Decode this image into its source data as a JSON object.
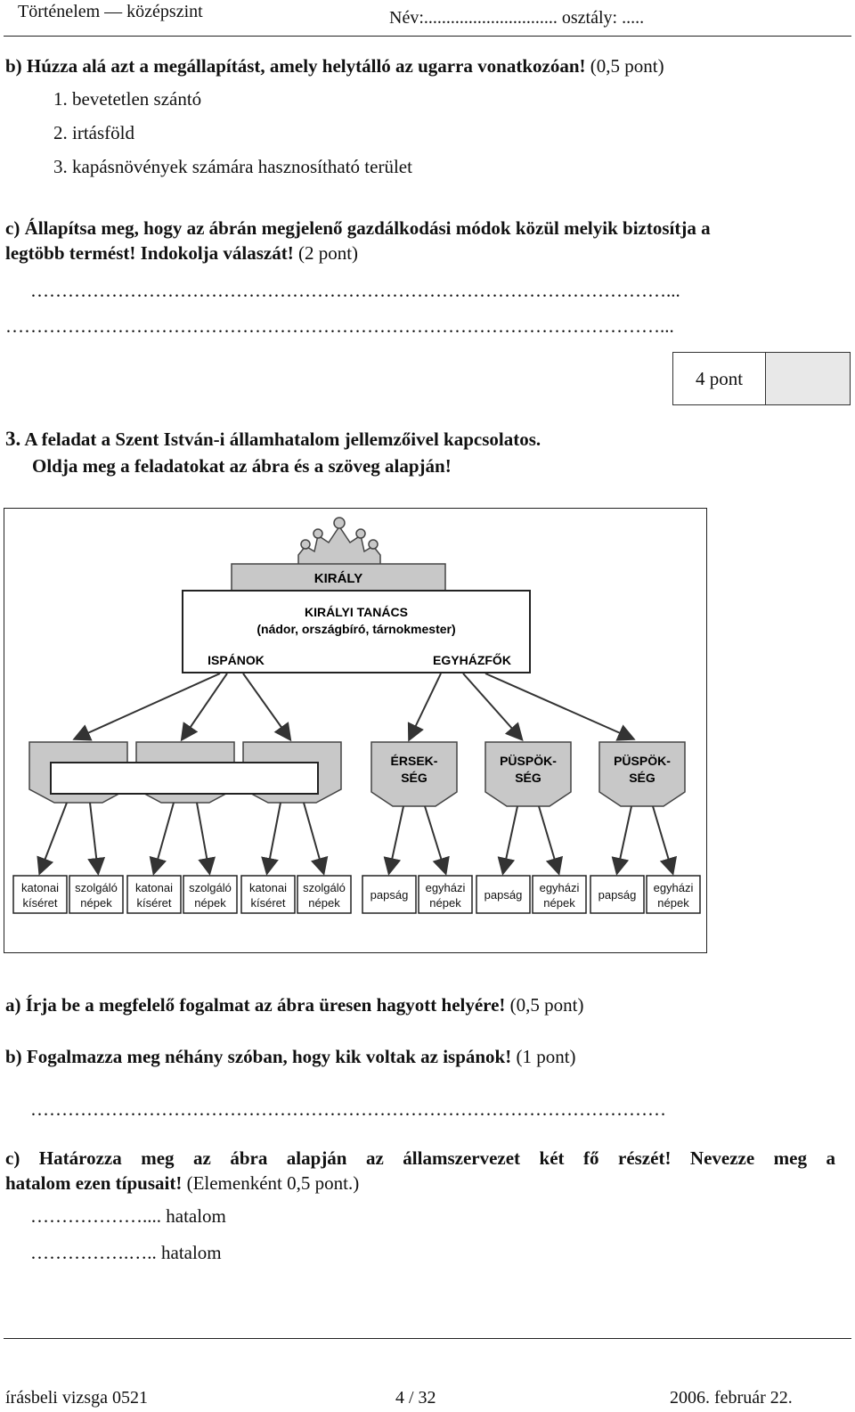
{
  "header": {
    "left": "Történelem — középszint",
    "name_label": "Név:",
    "class_label": "osztály:"
  },
  "q2b": {
    "title": "b) Húzza alá azt a megállapítást, amely helytálló az ugarra vonatkozóan!",
    "points": "(0,5 pont)",
    "options": [
      "1. bevetetlen szántó",
      "2. irtásföld",
      "3. kapásnövények számára hasznosítható terület"
    ]
  },
  "q2c": {
    "line1": "c) Állapítsa meg, hogy az ábrán megjelenő gazdálkodási módok közül melyik biztosítja a",
    "line2": "legtöbb termést! Indokolja válaszát!",
    "points": "(2 pont)"
  },
  "score": {
    "label": "4 pont"
  },
  "q3": {
    "number": "3.",
    "title1": "A feladat a Szent István-i államhatalom jellemzőivel kapcsolatos.",
    "title2": "Oldja meg a feladatokat az ábra és a szöveg alapján!"
  },
  "diagram": {
    "king": "KIRÁLY",
    "council": "KIRÁLYI TANÁCS",
    "council_members": "(nádor, országbíró, tárnokmester)",
    "ispanok": "ISPÁNOK",
    "egyhazfok": "EGYHÁZFŐK",
    "church_units": [
      {
        "l1": "ÉRSEK-",
        "l2": "SÉG"
      },
      {
        "l1": "PÜSPÖK-",
        "l2": "SÉG"
      },
      {
        "l1": "PÜSPÖK-",
        "l2": "SÉG"
      }
    ],
    "bottom": [
      {
        "l1": "katonai",
        "l2": "kíséret"
      },
      {
        "l1": "szolgáló",
        "l2": "népek"
      },
      {
        "l1": "katonai",
        "l2": "kíséret"
      },
      {
        "l1": "szolgáló",
        "l2": "népek"
      },
      {
        "l1": "katonai",
        "l2": "kíséret"
      },
      {
        "l1": "szolgáló",
        "l2": "népek"
      },
      {
        "l1": "papság",
        "l2": ""
      },
      {
        "l1": "egyházi",
        "l2": "népek"
      },
      {
        "l1": "papság",
        "l2": ""
      },
      {
        "l1": "egyházi",
        "l2": "népek"
      },
      {
        "l1": "papság",
        "l2": ""
      },
      {
        "l1": "egyházi",
        "l2": "népek"
      }
    ]
  },
  "q3a": {
    "title": "a) Írja be a megfelelő fogalmat az ábra üresen hagyott helyére!",
    "points": "(0,5 pont)"
  },
  "q3b": {
    "title": "b) Fogalmazza meg néhány szóban, hogy kik voltak az ispánok!",
    "points": "(1 pont)"
  },
  "q3c": {
    "line1": "c) Határozza meg az ábra alapján az államszervezet két fő részét! Nevezze meg a",
    "line2_bold": "hatalom ezen típusait!",
    "line2_points": "(Elemenként 0,5 pont.)",
    "answer1_suffix": "hatalom",
    "answer2_suffix": "hatalom"
  },
  "footer": {
    "left": "írásbeli vizsga 0521",
    "center": "4 / 32",
    "right": "2006. február 22."
  }
}
